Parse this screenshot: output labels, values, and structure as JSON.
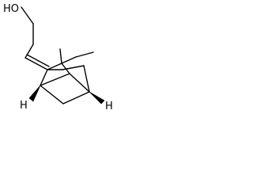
{
  "molecule": {
    "labels": {
      "hydroxyl": "HO",
      "hydrogen_left": "H",
      "hydrogen_right": "H"
    },
    "colors": {
      "bond": "#000000",
      "background": "#ffffff"
    }
  }
}
